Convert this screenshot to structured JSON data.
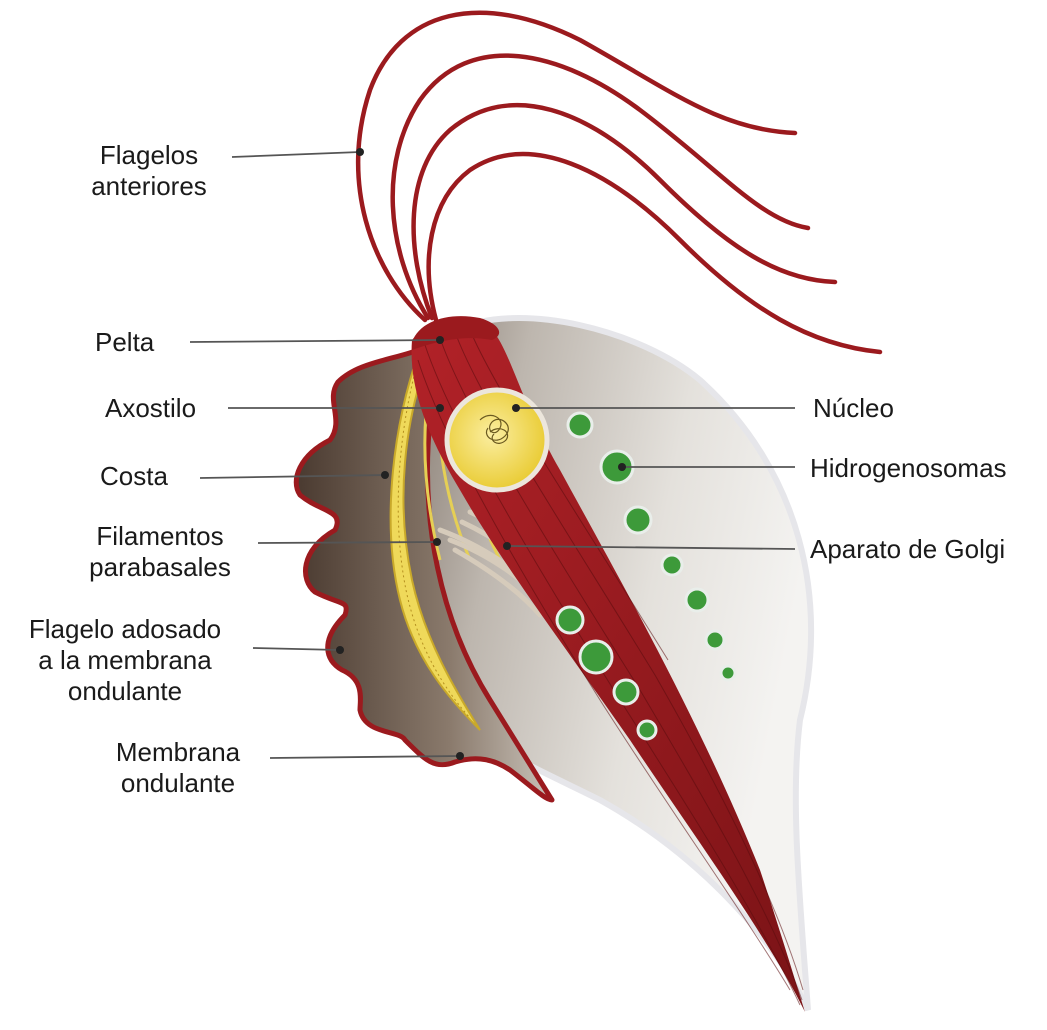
{
  "diagram": {
    "labels": {
      "flagelos_anteriores": [
        "Flagelos",
        "anteriores"
      ],
      "pelta": [
        "Pelta"
      ],
      "axostilo": [
        "Axostilo"
      ],
      "costa": [
        "Costa"
      ],
      "filamentos_parabasales": [
        "Filamentos",
        "parabasales"
      ],
      "flagelo_adosado": [
        "Flagelo adosado",
        "a la membrana",
        "ondulante"
      ],
      "membrana_ondulante": [
        "Membrana",
        "ondulante"
      ],
      "nucleo": [
        "Núcleo"
      ],
      "hidrogenosomas": [
        "Hidrogenosomas"
      ],
      "aparato_de_golgi": [
        "Aparato de Golgi"
      ]
    },
    "colors": {
      "flagella": "#9b1a1e",
      "axostyle": "#8e1a1c",
      "costa": "#e8d04a",
      "nucleus": "#f3df5a",
      "hydrogenosomes": "#3d9a3a",
      "golgi": "#d9cfc0",
      "cell_body": "#d8d4cf",
      "leader_line": "#555555"
    }
  }
}
